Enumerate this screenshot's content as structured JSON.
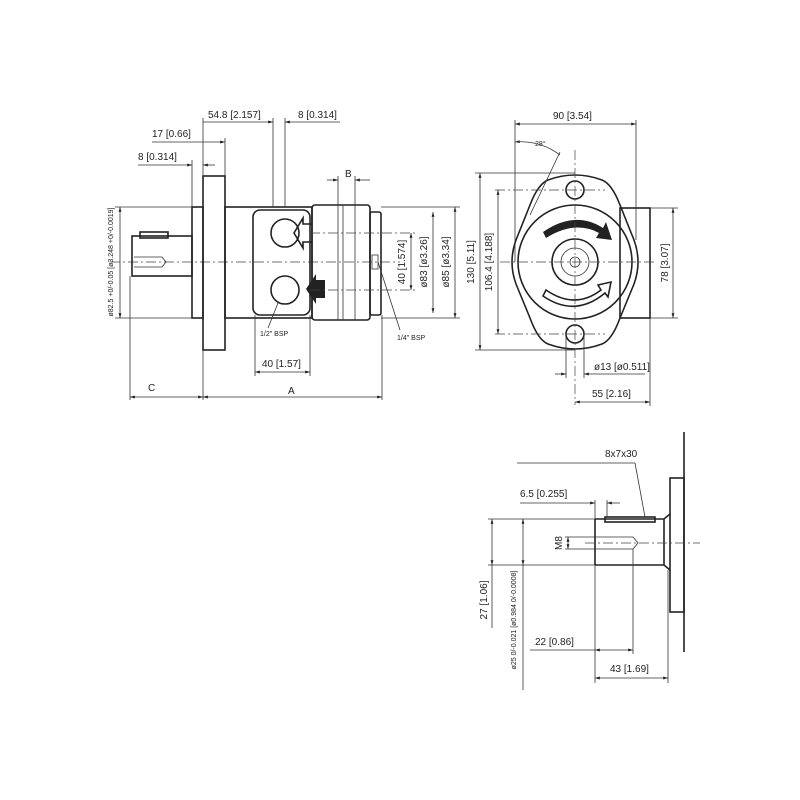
{
  "side_view": {
    "dim_54_8": "54.8 [2.157]",
    "dim_8_top": "8 [0.314]",
    "dim_17": "17 [0.66]",
    "dim_8_left": "8 [0.314]",
    "dim_b": "B",
    "dim_phi82_5": "ø82.5 +0/-0.05 [ø3.248 +0/-0.0019]",
    "dim_40_vert": "40 [1.574]",
    "dim_phi83": "ø83 [ø3.26]",
    "dim_phi85": "ø85 [ø3.34]",
    "port_half_bsp": "1/2\" BSP",
    "port_quarter_bsp": "1/4\" BSP",
    "dim_40_horiz": "40 [1.57]",
    "dim_c": "C",
    "dim_a": "A"
  },
  "front_view": {
    "dim_90": "90 [3.54]",
    "angle_28": "28°",
    "dim_130": "130 [5.11]",
    "dim_106_4": "106.4 [4.188]",
    "dim_78": "78 [3.07]",
    "dim_phi13": "ø13 [ø0.511]",
    "dim_55": "55 [2.16]"
  },
  "shaft_view": {
    "key": "8x7x30",
    "dim_6_5": "6.5 [0.255]",
    "thread": "M8",
    "dim_27": "27 [1.06]",
    "dim_phi25": "ø25 0/-0.021 [ø0.984 0/-0.0008]",
    "dim_22": "22 [0.86]",
    "dim_43": "43 [1.69]"
  }
}
